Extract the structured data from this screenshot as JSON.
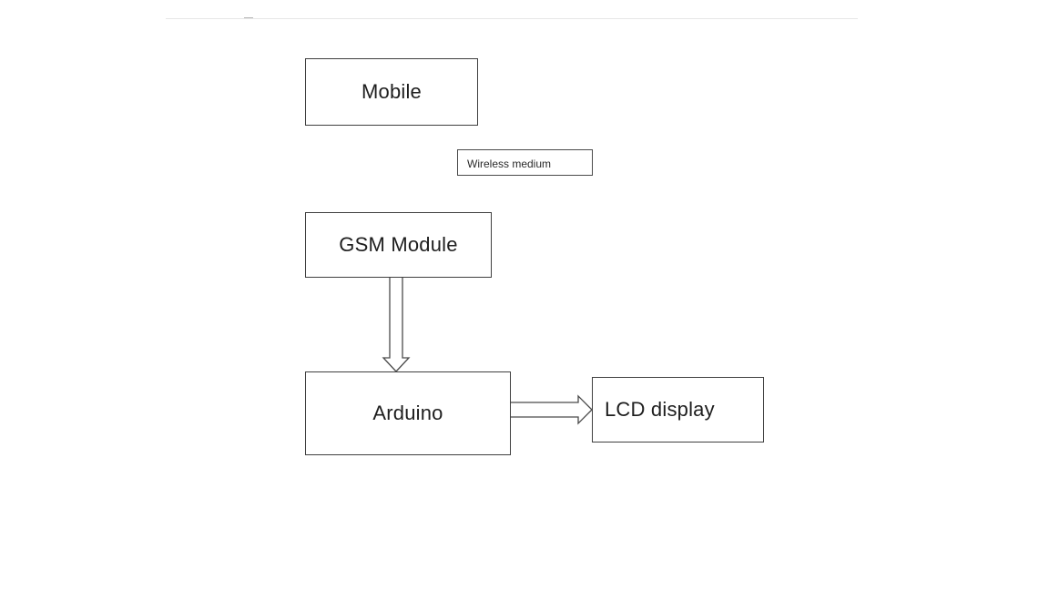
{
  "diagram": {
    "nodes": {
      "mobile": "Mobile",
      "wireless": "Wireless medium",
      "gsm": "GSM Module",
      "arduino": "Arduino",
      "lcd": "LCD display"
    },
    "edges": [
      {
        "from": "GSM Module",
        "to": "Arduino"
      },
      {
        "from": "Arduino",
        "to": "LCD display"
      }
    ]
  }
}
